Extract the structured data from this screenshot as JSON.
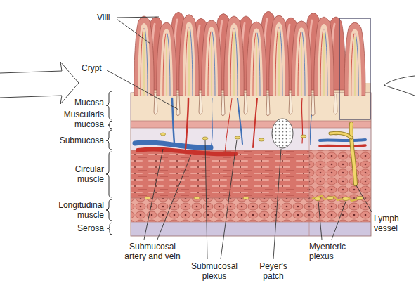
{
  "diagram": {
    "labels": [
      "Villi",
      "Crypt",
      "Mucosa",
      "Muscularis mucosa",
      "Submucosa",
      "Circular muscle",
      "Longitudinal muscle",
      "Serosa",
      "Submucosal artery and vein",
      "Submucosal plexus",
      "Peyer's patch",
      "Lymph vessel",
      "Myenteric plexus"
    ]
  }
}
